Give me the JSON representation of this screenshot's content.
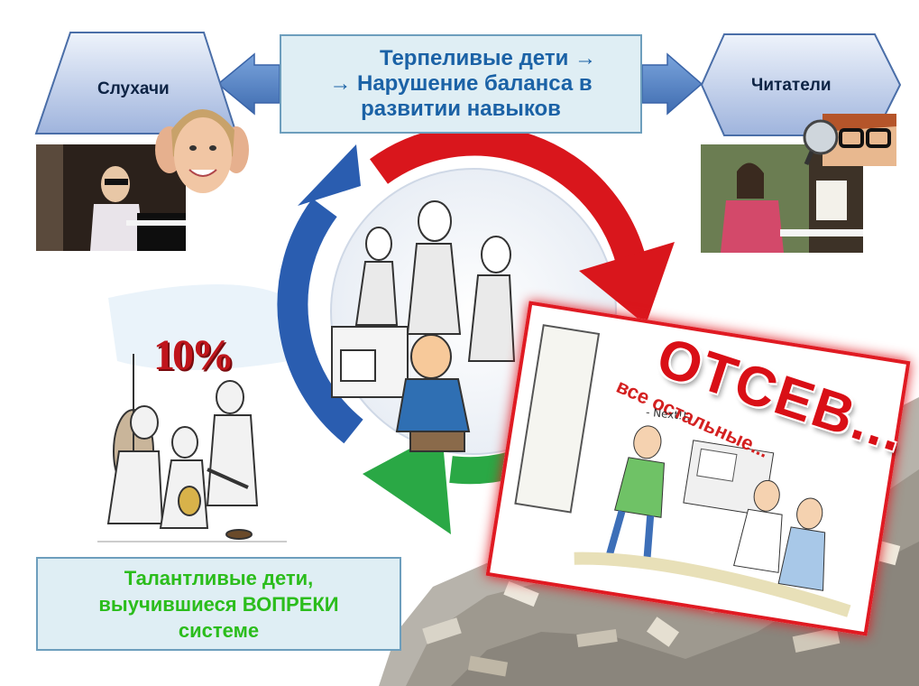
{
  "center_box": {
    "line1": "Терпеливые дети →",
    "line2": "→ Нарушение баланса в",
    "line3": "развитии навыков"
  },
  "left_node": {
    "label": "Слухачи"
  },
  "right_node": {
    "label": "Читатели"
  },
  "bottom_box": {
    "line1": "Талантливые дети,",
    "line2": "выучившиеся ВОПРЕКИ",
    "line3": "системе"
  },
  "cycle_stamp": {
    "otsev": "ОТСЕВ...",
    "vse_ostalnye": "все остальные...",
    "next": "- Next!!."
  },
  "band_sign": {
    "percent": "10%"
  },
  "colors": {
    "box_fill": "#dfeef4",
    "box_border": "#6d9ebd",
    "title_blue": "#1b62a6",
    "green_text": "#2bbd1c",
    "arrow_blue": "#2a5db0",
    "arrow_red": "#d9161c",
    "arrow_green": "#2aa845",
    "stamp_red": "#d90f16"
  },
  "icons": [
    "arrow-left-icon",
    "arrow-right-icon",
    "cycle-arrows-icon",
    "magnifier-icon"
  ]
}
